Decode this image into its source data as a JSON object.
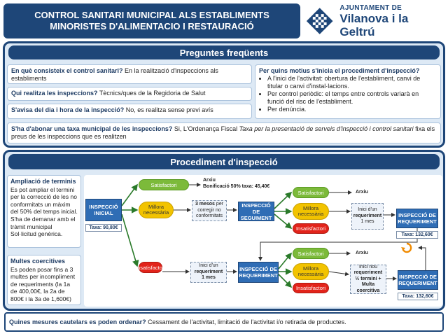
{
  "header": {
    "title_line1": "CONTROL SANITARI MUNICIPAL ALS ESTABLIMENTS",
    "title_line2": "MINORISTES D'ALIMENTACIO I RESTAURACIÓ",
    "logo_line1": "AJUNTAMENT DE",
    "logo_line2": "Vilanova i la Geltrú",
    "logo_icon": "checkered-shield-icon"
  },
  "faq": {
    "heading": "Preguntes freqüents",
    "q1_q": "En què consisteix el control sanitari?",
    "q1_a": " En la realització d'inspeccions als establiments",
    "q2_q": "Qui realitza les inspeccions?",
    "q2_a": " Tècnics/ques de la Regidoria de Salut",
    "q3_q": "S'avisa del dia i hora de la inspecció?",
    "q3_a": " No, es realitza sense previ avís",
    "q4_q": "Per quins motius s'inicia el procediment d'inspecció?",
    "q4_items": [
      "A l'inici de l'activitat: obertura de l'establiment, canvi de titular o canvi d'instal·lacions.",
      "Per control periòdic: el temps entre controls variarà en funció del risc de l'establiment.",
      "Per denúncia."
    ],
    "q5_q": "S'ha d'abonar una taxa municipal de les inspeccions?",
    "q5_a1": " Si, L'Ordenança Fiscal ",
    "q5_a_italic": "Taxa per la presentació de serveis d'inspecció i control sanitari",
    "q5_a2": " fixa els preus de les inspeccions que es realitzen"
  },
  "procedure": {
    "heading": "Procediment d'inspecció",
    "side1_title": "Ampliació de terminis",
    "side1_text": "Es pot ampliar el termini per la correcció de les no conformitats un màxim del 50% del temps inicial. S'ha de demanar amb el tràmit municipal Sol·licitud genèrica.",
    "side2_title": "Multes coercitives",
    "side2_text": "Es poden posar fins a 3 multes per incompliment de requeriments (la 1a de 400,00€, la 2a de 800€ i la 3a de 1,600€)",
    "initial_l1": "INSPECCIÓ",
    "initial_l2": "INICIAL",
    "tax_initial": "Taxa: 90,80€",
    "satisfactori": "Satisfactori",
    "millora_l1": "Millora",
    "millora_l2": "necessària",
    "insatisfactori": "Insatisfactori",
    "arxiu": "Arxiu",
    "bonificacio": "Bonificació 50% taxa: 45,40€",
    "term3_bold": "3 mesos",
    "term3_rest": "per corregir no conformitats",
    "seg_l1": "INSPECCIÓ DE",
    "seg_l2": "SEGUIMENT",
    "req1_l1": "Inici d'un",
    "req1_bold": "requeriment",
    "req1_l3": "1 mes",
    "ireq_l1": "INSPECCIÓ DE",
    "ireq_l2": "REQUERIMENT",
    "tax_req": "Taxa: 132,60€",
    "nou_l1": "Inici nou",
    "nou_bold": "requeriment",
    "nou_l3": "½ termini +",
    "nou_l4": "Multa coercitiva",
    "recycle_icon": "loop-arrow-icon"
  },
  "footer": {
    "q": "Quines mesures cautelars es poden ordenar?",
    "a": " Cessament de l'activitat, limitació de l'activitat i/o retirada de productes."
  },
  "colors": {
    "navy": "#1e4678",
    "panel_bg": "#dde9f5",
    "green": "#7cba3a",
    "yellow": "#f2c300",
    "red": "#e2231a",
    "blue": "#2f6db5"
  }
}
